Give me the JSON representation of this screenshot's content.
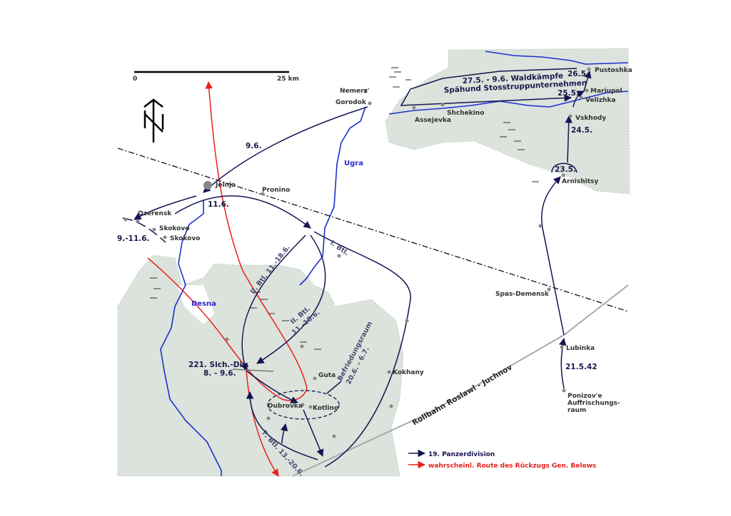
{
  "scale": {
    "zero": "0",
    "end": "25 km"
  },
  "places": {
    "nemerz": "Nemerz'",
    "gorodok": "Gorodok",
    "pustoshka": "Pustoshka",
    "mariupol": "Mariupol",
    "velizhka": "Velizhka",
    "vskhody": "Vskhody",
    "arnishitsy": "Arnishitsy",
    "shchekino": "Shchekino",
    "assejevka": "Assejevka",
    "jelnja": "Jelnja",
    "pronino": "Pronino",
    "ozerensk": "Ozerensk",
    "skokovo1": "Skokovo",
    "skokovo2": "Skokovo",
    "spas_demensk": "Spas-Demensk",
    "lubinka": "Lubinka",
    "ponizove": "Ponizov'e",
    "auffr1": "Auffrischungs-",
    "auffr2": "raum",
    "guta": "Guta",
    "dubrovka": "Dubrovka",
    "kotlino": "Kotlino",
    "kokhany": "Kokhany"
  },
  "rivers": {
    "ugra": "Ugra",
    "desna": "Desna"
  },
  "dates": {
    "d26": "26.5.",
    "d25": "25.5.",
    "d24": "24.5.",
    "d23": "23.5.",
    "d96": "9.6.",
    "d116": "11.6.",
    "d9116": "9.-11.6.",
    "d21542": "21.5.42",
    "wald1": "27.5. - 9.6. Waldkämpfe",
    "wald2": "Spähund Stosstruppunternehmen",
    "div1": "221. Sich.-Div.",
    "div2": "8. - 9.6."
  },
  "units": {
    "ibtl": "I. Btl.",
    "iibtl_a": "II. Btl. 11.-18.6.",
    "iibtl_b1": "II. Btl.",
    "iibtl_b2": "11.-18.6.",
    "befr1": "Befriedungsraum",
    "befr2": "20.6. - 6.7.",
    "btl7": "7. Btl. 13.-20.6."
  },
  "road": "Rollbahn Roslawl - Juchnov",
  "legend": [
    {
      "label": "19. Panzerdivision",
      "color": "#141450"
    },
    {
      "label": "wahrscheinl. Route des Rückzugs Gen. Belows",
      "color": "#e8201a"
    }
  ]
}
